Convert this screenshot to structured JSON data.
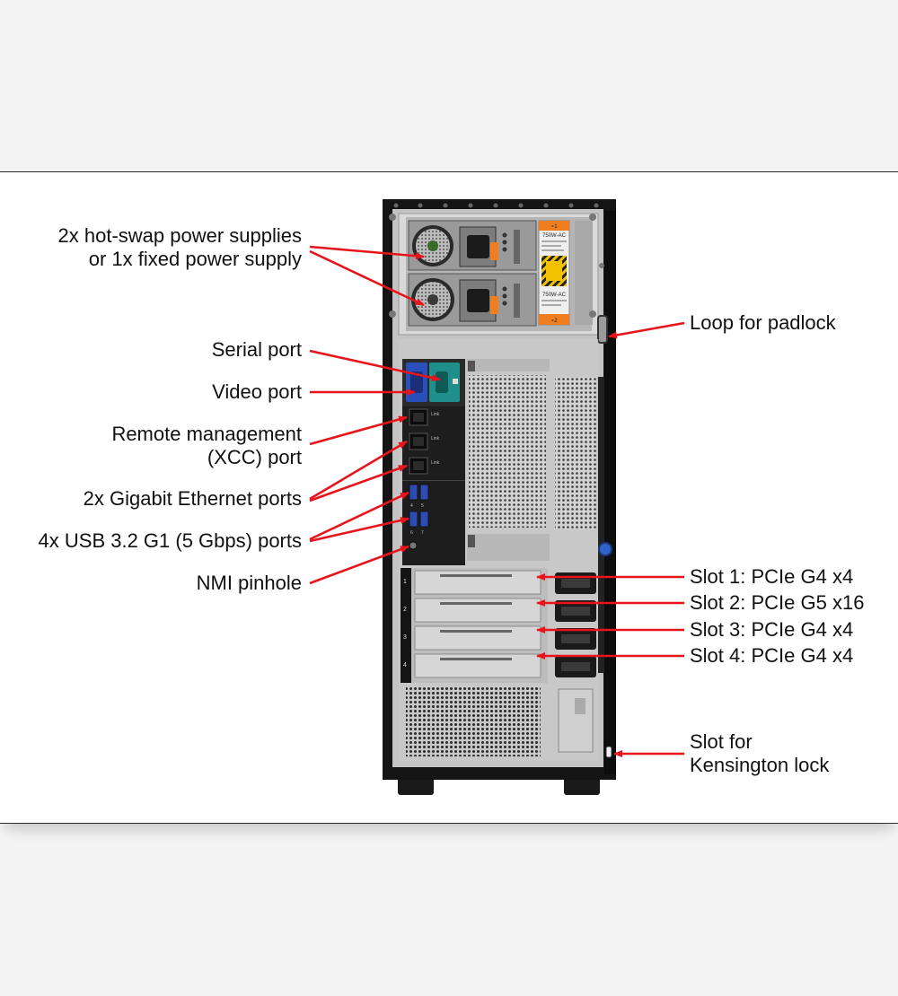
{
  "colors": {
    "arrow": "#e8141c",
    "label": "#111111",
    "background": "#f3f3f3",
    "panel": "#ffffff"
  },
  "labels": {
    "psu_line1": "2x hot-swap power supplies",
    "psu_line2": "or 1x fixed power supply",
    "serial": "Serial port",
    "video": "Video port",
    "xcc_line1": "Remote management",
    "xcc_line2": "(XCC) port",
    "gbe": "2x Gigabit Ethernet ports",
    "usb": "4x USB 3.2 G1 (5 Gbps) ports",
    "nmi": "NMI pinhole",
    "padlock": "Loop for padlock",
    "slot1": "Slot 1: PCIe G4 x4",
    "slot2": "Slot 2: PCIe G5 x16",
    "slot3": "Slot 3: PCIe G4 x4",
    "slot4": "Slot 4: PCIe G4 x4",
    "kens_line1": "Slot for",
    "kens_line2": "Kensington lock"
  },
  "chassis": {
    "psu_top_label": "∘1",
    "psu_bottom_label": "∘2",
    "psu_rating": "750W-AC",
    "slot_numbers": [
      "1",
      "2",
      "3",
      "4"
    ],
    "usb_numbers": [
      "4",
      "5",
      "6",
      "7"
    ]
  }
}
